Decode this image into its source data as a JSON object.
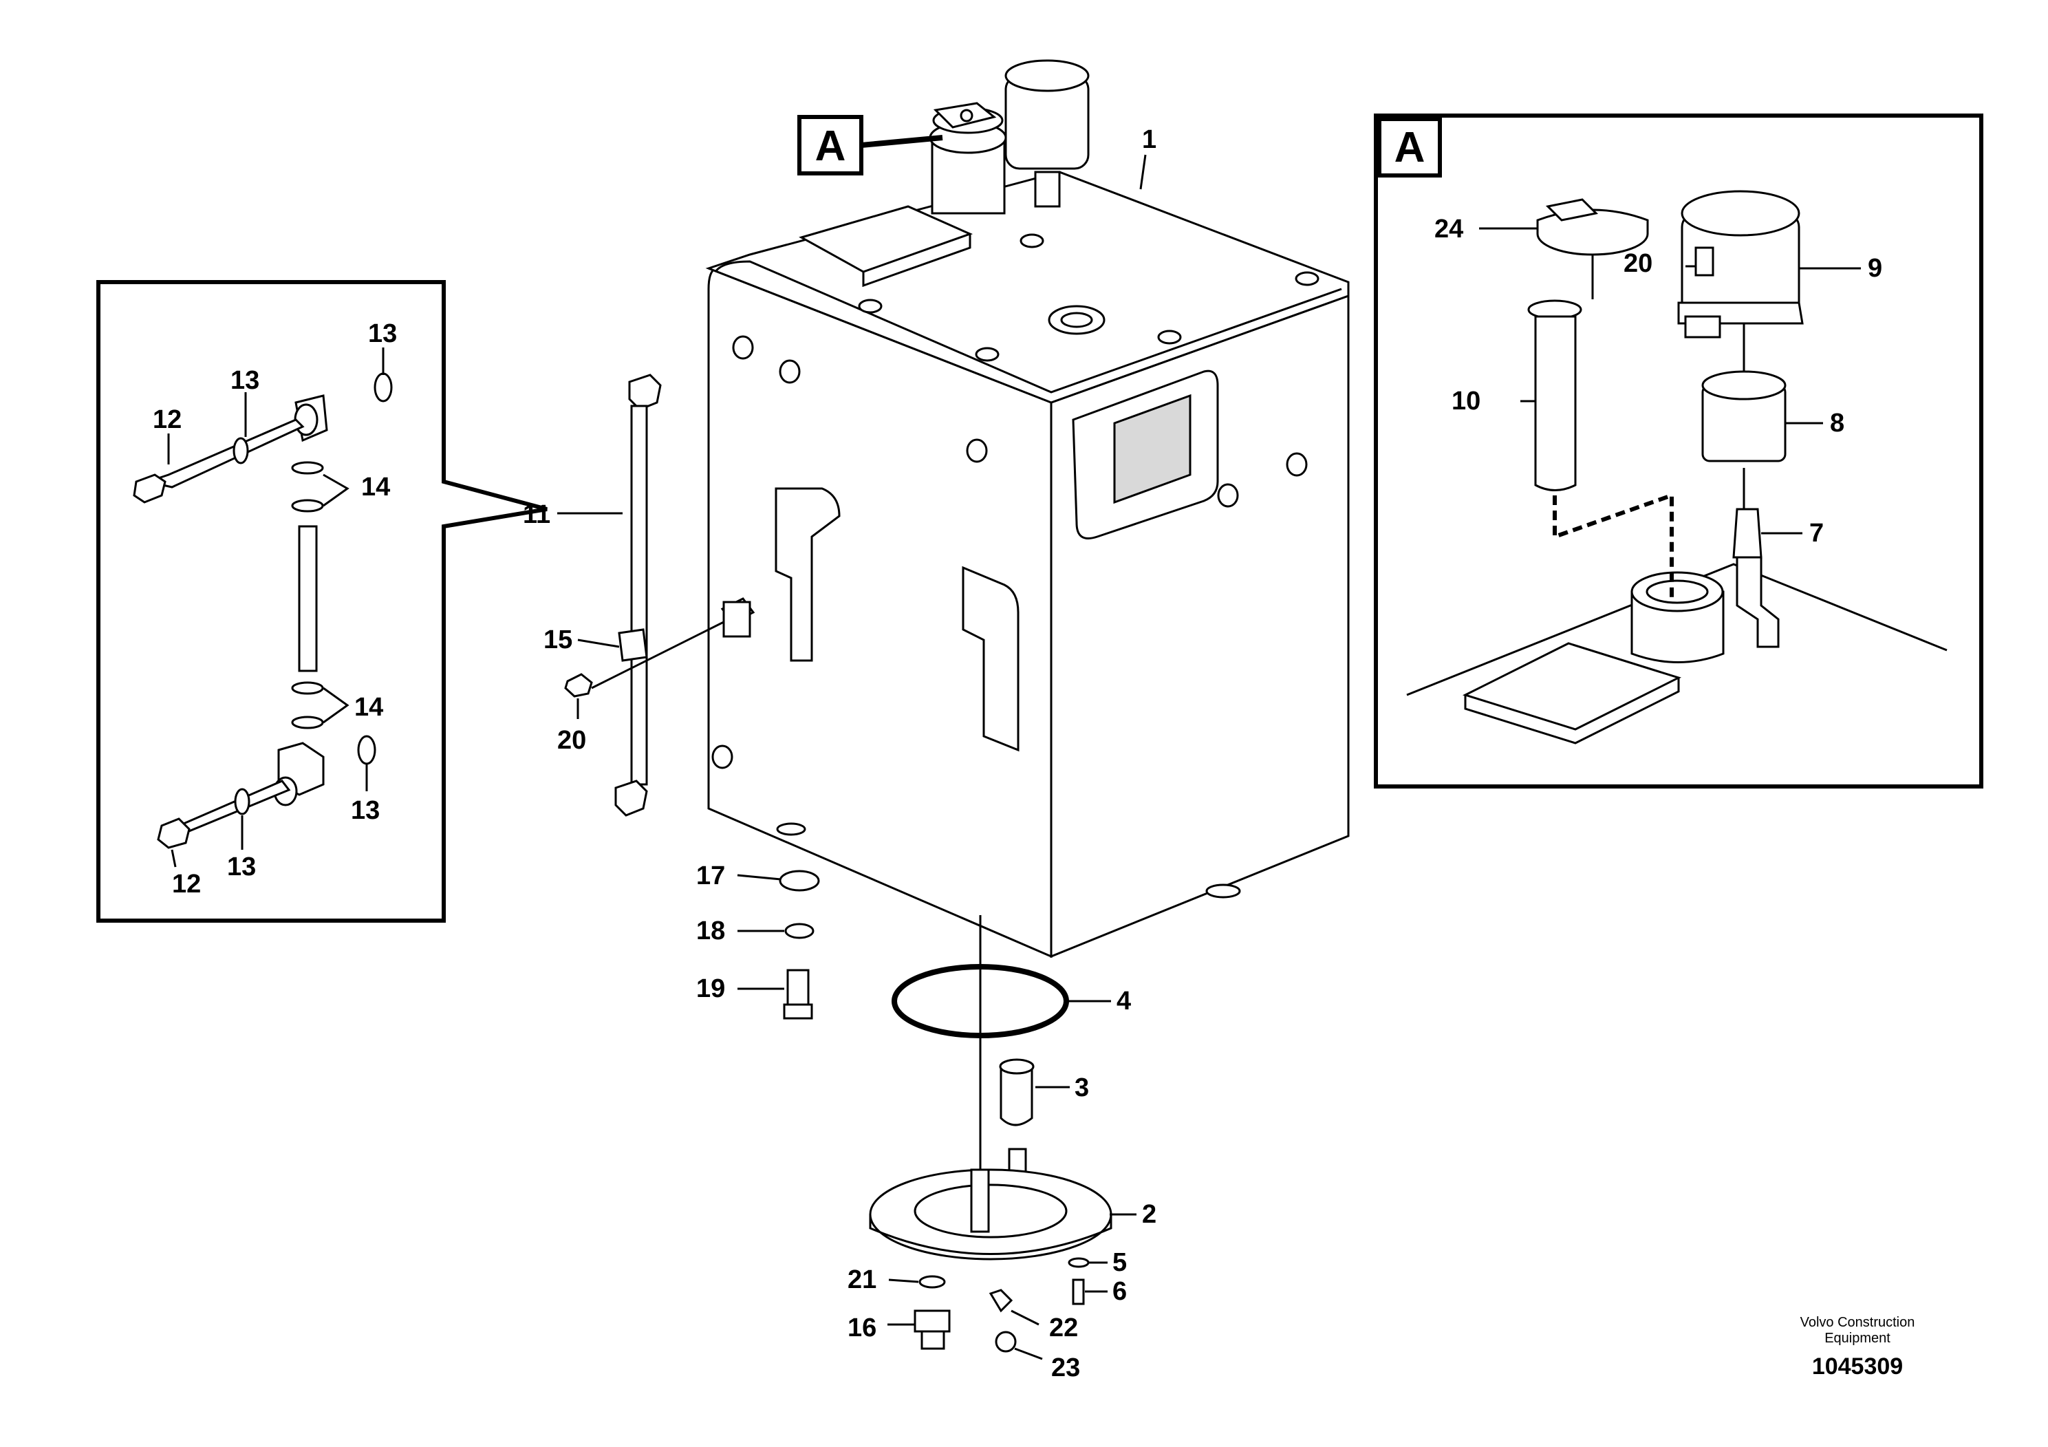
{
  "callouts": {
    "ref_a_main": "A",
    "ref_a_detail": "A"
  },
  "labels": [
    {
      "id": "1",
      "text": "1"
    },
    {
      "id": "2",
      "text": "2"
    },
    {
      "id": "3",
      "text": "3"
    },
    {
      "id": "4",
      "text": "4"
    },
    {
      "id": "5",
      "text": "5"
    },
    {
      "id": "6",
      "text": "6"
    },
    {
      "id": "7",
      "text": "7"
    },
    {
      "id": "8",
      "text": "8"
    },
    {
      "id": "9",
      "text": "9"
    },
    {
      "id": "10",
      "text": "10"
    },
    {
      "id": "11",
      "text": "11"
    },
    {
      "id": "12a",
      "text": "12"
    },
    {
      "id": "12b",
      "text": "12"
    },
    {
      "id": "13a",
      "text": "13"
    },
    {
      "id": "13b",
      "text": "13"
    },
    {
      "id": "13c",
      "text": "13"
    },
    {
      "id": "13d",
      "text": "13"
    },
    {
      "id": "14a",
      "text": "14"
    },
    {
      "id": "14b",
      "text": "14"
    },
    {
      "id": "15",
      "text": "15"
    },
    {
      "id": "16",
      "text": "16"
    },
    {
      "id": "17",
      "text": "17"
    },
    {
      "id": "18",
      "text": "18"
    },
    {
      "id": "19",
      "text": "19"
    },
    {
      "id": "20a",
      "text": "20"
    },
    {
      "id": "20b",
      "text": "20"
    },
    {
      "id": "21",
      "text": "21"
    },
    {
      "id": "22",
      "text": "22"
    },
    {
      "id": "23",
      "text": "23"
    },
    {
      "id": "24",
      "text": "24"
    }
  ],
  "footer": {
    "manufacturer_line1": "Volvo Construction",
    "manufacturer_line2": "Equipment",
    "document_number": "1045309"
  }
}
